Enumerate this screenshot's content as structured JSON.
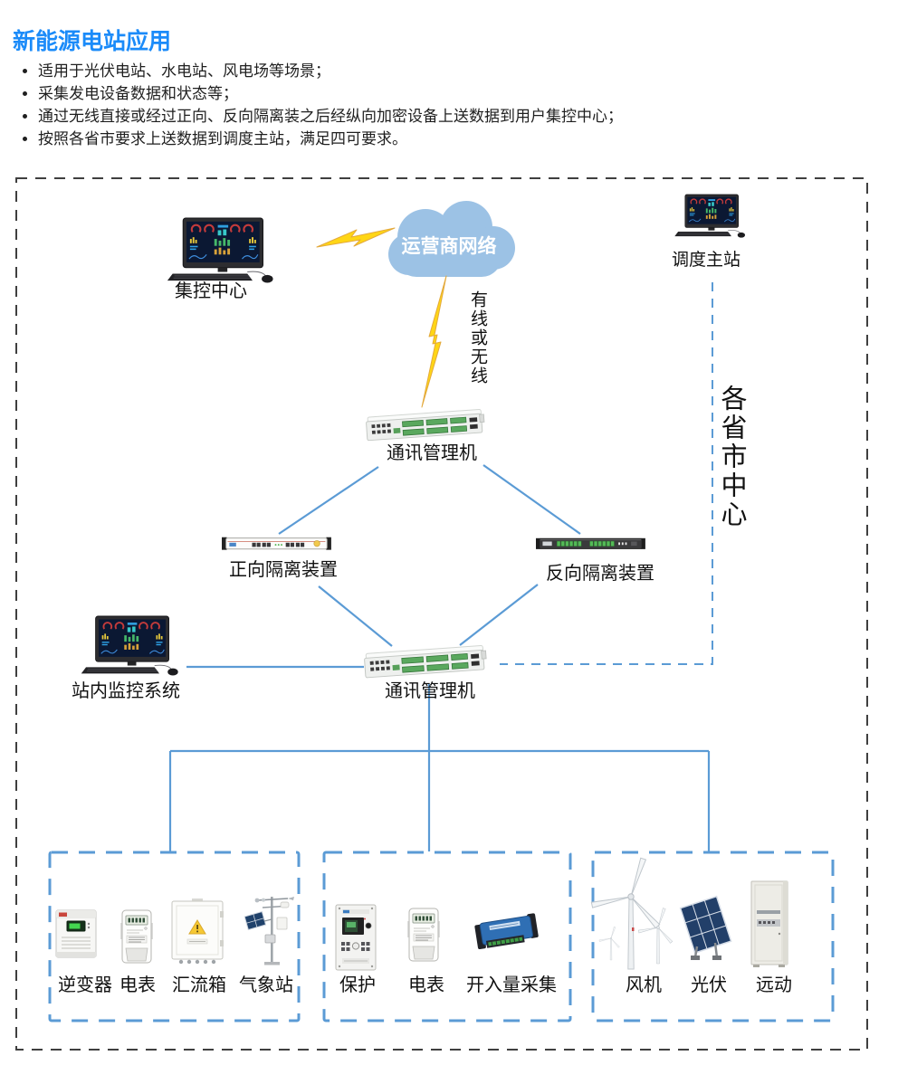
{
  "header": {
    "title": "新能源电站应用",
    "bullets": [
      "适用于光伏电站、水电站、风电场等场景；",
      "采集发电设备数据和状态等；",
      "通过无线直接或经过正向、反向隔离装之后经纵向加密设备上送数据到用户集控中心；",
      "按照各省市要求上送数据到调度主站，满足四可要求。"
    ]
  },
  "diagram": {
    "labels": {
      "control_center": "集控中心",
      "carrier_network": "运营商网络",
      "dispatch_master": "调度主站",
      "wired_or_wireless": "有线或无线",
      "province_city_center": "各省市中心",
      "comm_manager_top": "通讯管理机",
      "forward_isolation": "正向隔离装置",
      "reverse_isolation": "反向隔离装置",
      "station_monitoring": "站内监控系统",
      "comm_manager_bottom": "通讯管理机"
    },
    "device_groups": [
      {
        "name": "pv-field-devices",
        "devices": [
          "逆变器",
          "电表",
          "汇流箱",
          "气象站"
        ]
      },
      {
        "name": "protection-devices",
        "devices": [
          "保护",
          "电表",
          "开入量采集"
        ]
      },
      {
        "name": "generation-devices",
        "devices": [
          "风机",
          "光伏",
          "远动"
        ]
      }
    ],
    "colors": {
      "accent_blue": "#5B9BD5",
      "cloud_blue": "#9CC2E5",
      "lightning_yellow": "#FFD615",
      "title_blue": "#1B8BF9",
      "border_gray": "#3F3F3F"
    }
  }
}
